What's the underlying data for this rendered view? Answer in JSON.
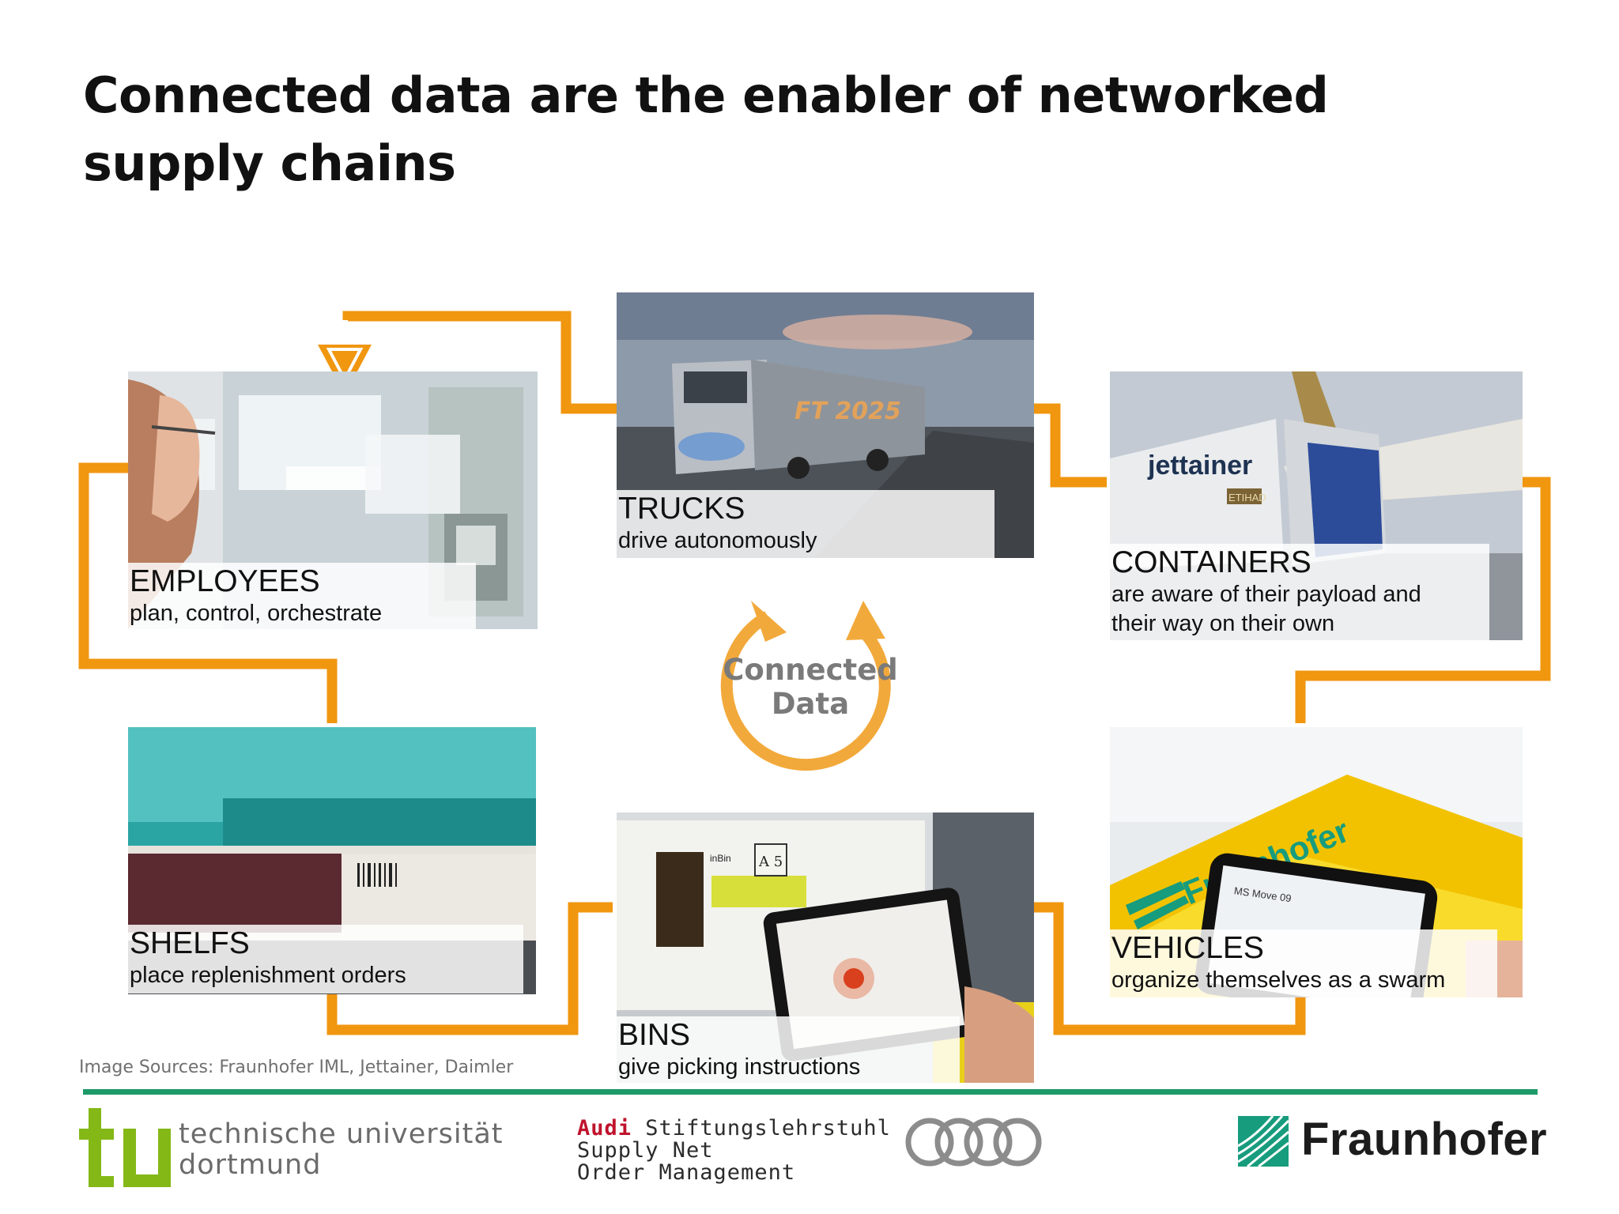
{
  "slide": {
    "title": "Connected data are the enabler of networked supply chains",
    "center_label": "Connected Data",
    "sources": "Image Sources: Fraunhofer IML, Jettainer, Daimler"
  },
  "cards": {
    "employees": {
      "heading": "EMPLOYEES",
      "text": "plan, control, orchestrate"
    },
    "trucks": {
      "heading": "TRUCKS",
      "text": "drive autonomously",
      "photo_text": "FT 2025"
    },
    "containers": {
      "heading": "CONTAINERS",
      "line1": "are aware of their payload and",
      "line2": "their way on their own",
      "photo_text": "jettainer",
      "photo_text2": "ETIHAD"
    },
    "shelfs": {
      "heading": "SHELFS",
      "text": "place replenishment orders"
    },
    "bins": {
      "heading": "BINS",
      "text": "give picking instructions",
      "photo_text": "A 5",
      "photo_text2": "inBin"
    },
    "vehicles": {
      "heading": "VEHICLES",
      "text": "organize themselves as a swarm",
      "photo_text": "Fraunhofer",
      "photo_text2": "MS Move 09"
    }
  },
  "footer": {
    "tu_line1": "technische universität",
    "tu_line2": "dortmund",
    "audi_brand": "Audi",
    "audi_line1": "Stiftungslehrstuhl",
    "audi_line2": "Supply Net",
    "audi_line3": "Order Management",
    "fraunhofer": "Fraunhofer"
  },
  "colors": {
    "flow_line": "#f0960f",
    "center_cycle": "#f2a93b",
    "rule": "#1e9a69",
    "tu_green": "#84b817",
    "audi_red": "#c0132c",
    "fraunhofer_green": "#179c7d"
  },
  "icons": [
    "flow-arrow-icon",
    "cycle-icon",
    "tu-logo-icon",
    "audi-rings-icon",
    "fraunhofer-logo-icon"
  ]
}
